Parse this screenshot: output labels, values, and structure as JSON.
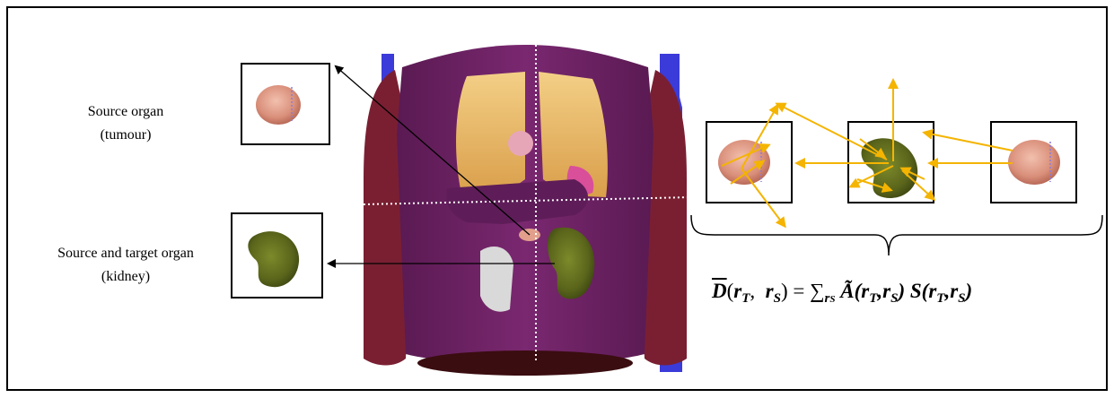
{
  "labels": {
    "source_organ_line1": "Source organ",
    "source_organ_line2": "(tumour)",
    "source_target_line1": "Source and target organ",
    "source_target_line2": "(kidney)"
  },
  "formula": {
    "lhs_symbol": "D",
    "lhs_args_open": "(",
    "lhs_r1": "r",
    "lhs_r1_sub": "T",
    "lhs_sep": ",  ",
    "lhs_r2": "r",
    "lhs_r2_sub": "S",
    "lhs_args_close": ")",
    "equals": " = ",
    "sum": "∑",
    "sum_sub": "r",
    "sum_sub_sub": "S",
    "a_symbol": "Ã",
    "a_args": "(r",
    "a_args_sub1": "T",
    "a_args_mid": ",r",
    "a_args_sub2": "S",
    "a_args_close": ")",
    "s_symbol": " S",
    "s_args": "(r",
    "s_args_sub1": "T",
    "s_args_mid": ",r",
    "s_args_sub2": "S",
    "s_args_close": ")"
  },
  "colors": {
    "torso": "#6b2160",
    "torso_dark": "#4a1240",
    "arms": "#7a1f32",
    "backdrop": "#3b3bd9",
    "lung": "#e8b766",
    "kidney": "#5f6a1e",
    "tumour": "#e2a08c",
    "bone": "#d9d9d9",
    "arrow_orange": "#f4b400",
    "arrow_black": "#000000"
  }
}
